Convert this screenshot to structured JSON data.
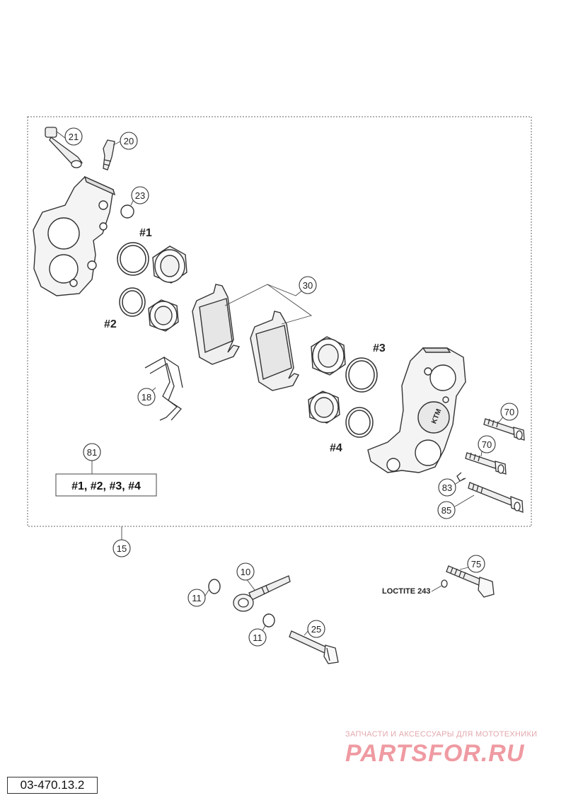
{
  "callouts": {
    "c21": "21",
    "c20": "20",
    "c23": "23",
    "c30": "30",
    "c18": "18",
    "c81": "81",
    "c70a": "70",
    "c70b": "70",
    "c83": "83",
    "c85": "85",
    "c15": "15",
    "c10": "10",
    "c11a": "11",
    "c11b": "11",
    "c25": "25",
    "c75": "75"
  },
  "hash_labels": {
    "h1": "#1",
    "h2": "#2",
    "h3": "#3",
    "h4": "#4"
  },
  "kit_label": "#1, #2, #3, #4",
  "caliper_mark": "KTM",
  "note": "LOCTITE 243",
  "watermark": {
    "tagline": "ЗАПЧАСТИ И АКСЕССУАРЫ ДЛЯ МОТОТЕХНИКИ",
    "brand": "PARTSFOR.RU"
  },
  "document_code": "03-470.13.2"
}
